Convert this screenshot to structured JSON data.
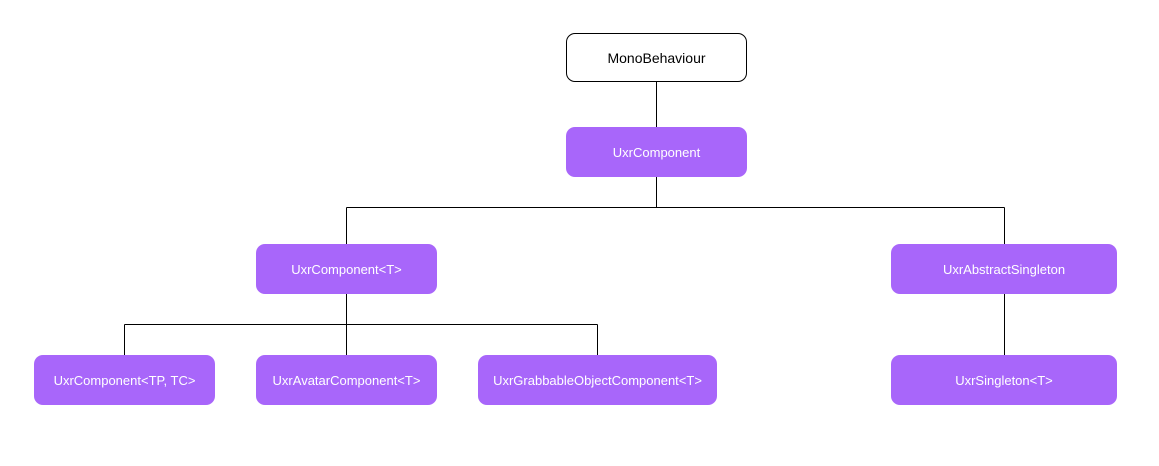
{
  "colors": {
    "node_fill": "#a866fa",
    "node_text": "#ffffff",
    "root_fill": "#ffffff",
    "root_border": "#000000",
    "connector": "#000000"
  },
  "nodes": {
    "mono_behaviour": "MonoBehaviour",
    "uxr_component": "UxrComponent",
    "uxr_component_t": "UxrComponent<T>",
    "uxr_abstract_singleton": "UxrAbstractSingleton",
    "uxr_component_tp_tc": "UxrComponent<TP, TC>",
    "uxr_avatar_component_t": "UxrAvatarComponent<T>",
    "uxr_grabbable_object_component_t": "UxrGrabbableObjectComponent<T>",
    "uxr_singleton_t": "UxrSingleton<T>"
  }
}
